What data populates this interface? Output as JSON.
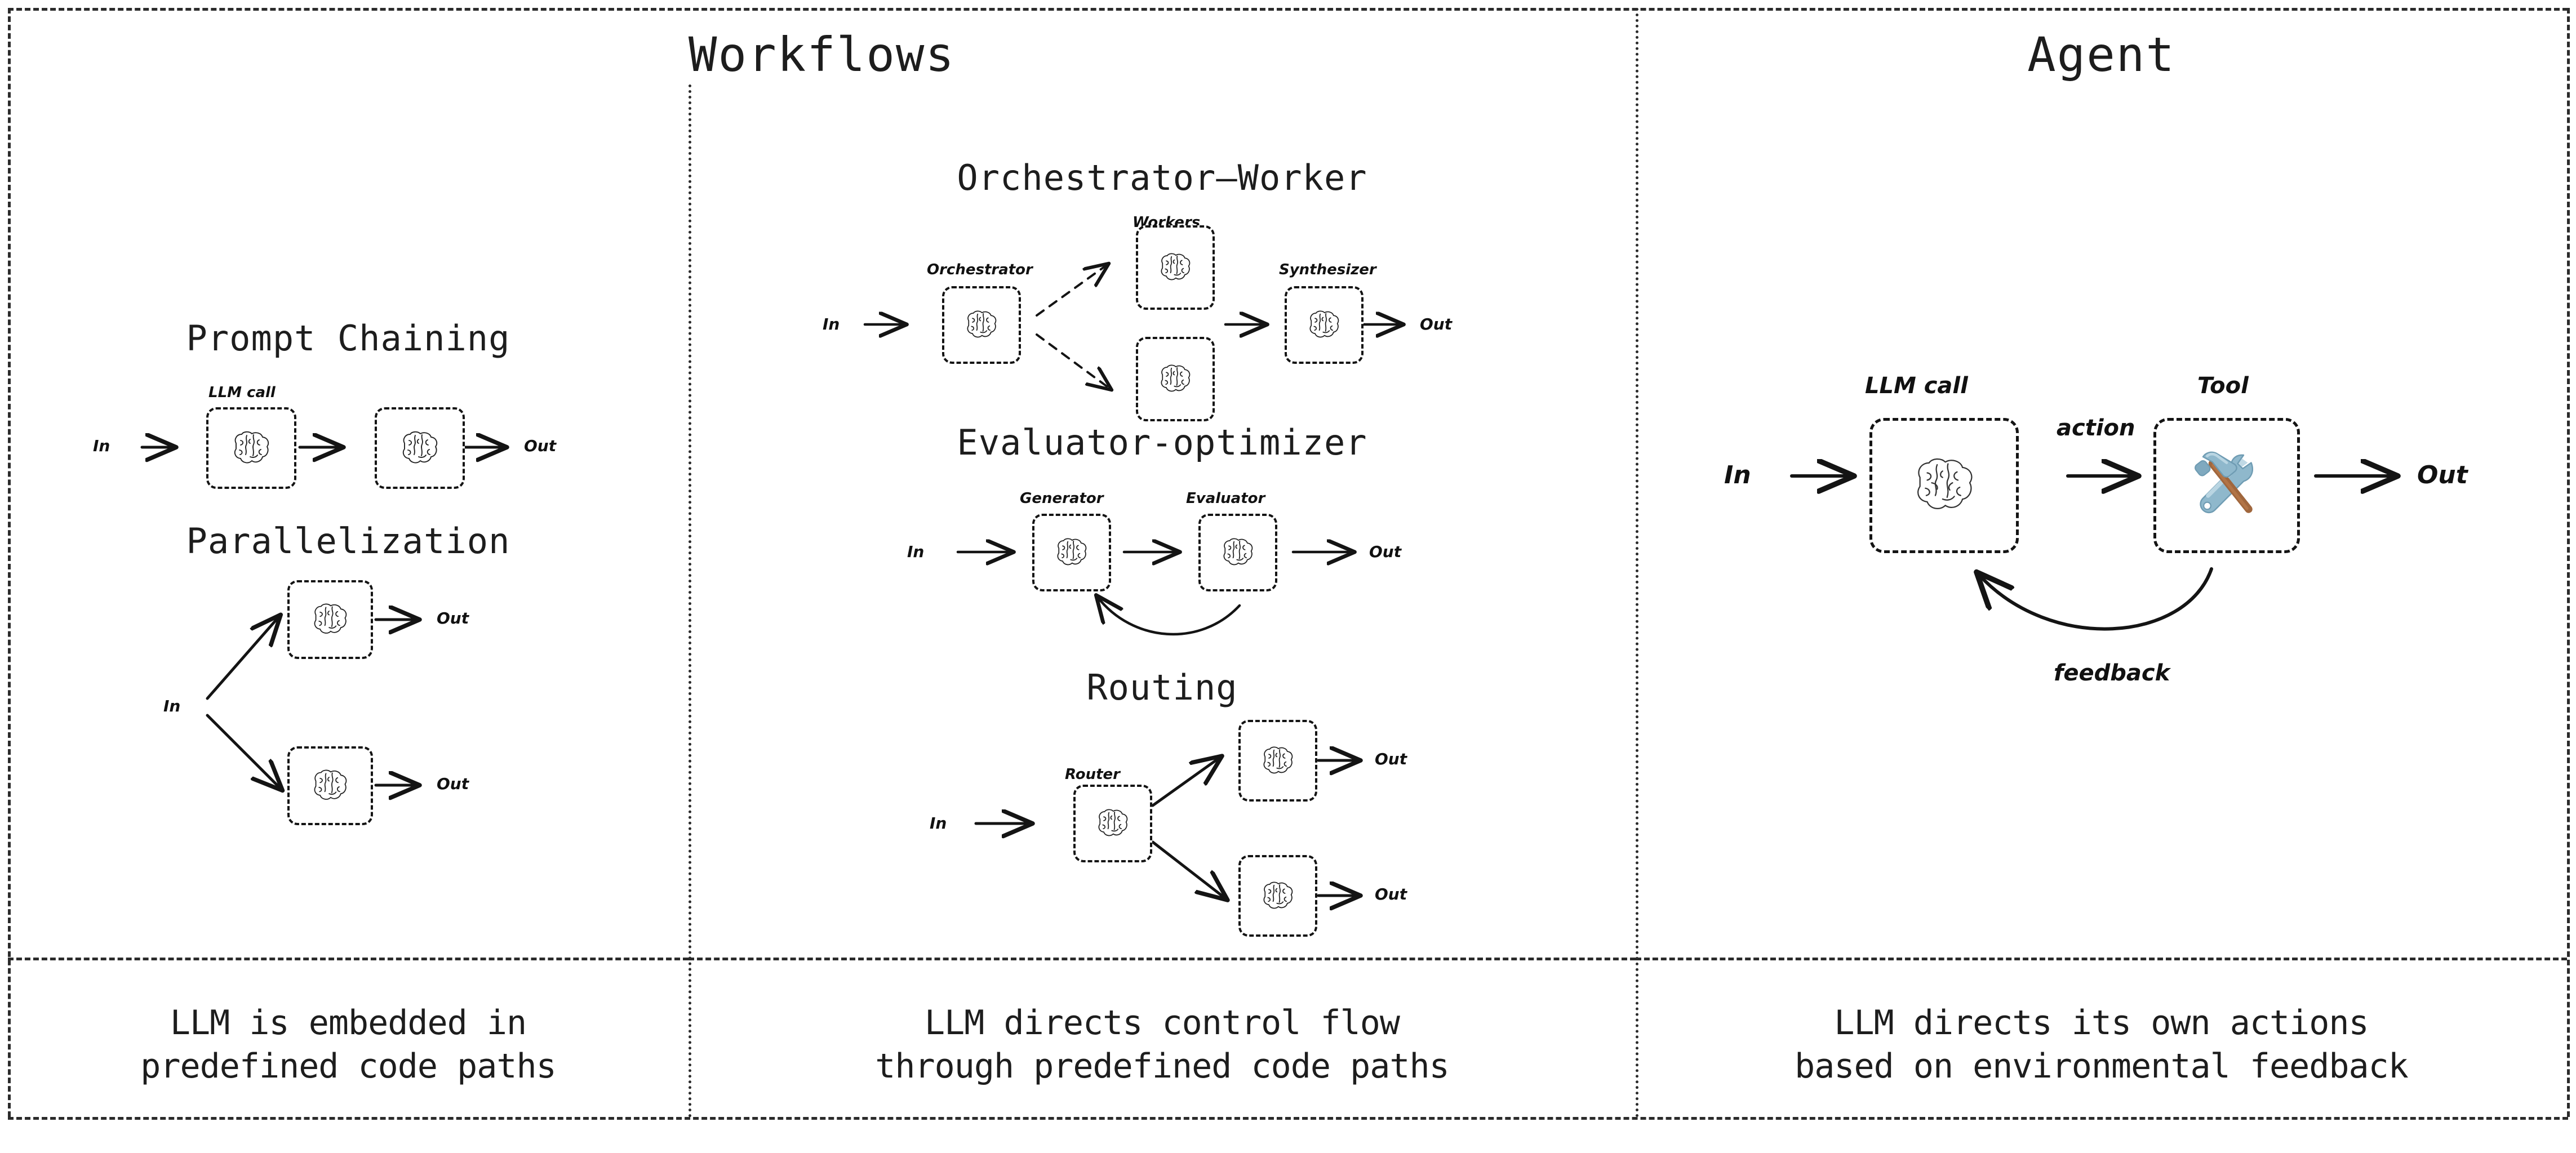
{
  "columns": {
    "workflows_title": "Workflows",
    "agent_title": "Agent"
  },
  "captions": {
    "left": "LLM is embedded in\npredefined code paths",
    "middle": "LLM directs control flow\nthrough predefined code paths",
    "right": "LLM directs its own actions\nbased on environmental feedback"
  },
  "sections": {
    "prompt_chaining": {
      "title": "Prompt Chaining",
      "node_label": "LLM call",
      "in": "In",
      "out": "Out"
    },
    "parallelization": {
      "title": "Parallelization",
      "in": "In",
      "out_top": "Out",
      "out_bottom": "Out"
    },
    "orchestrator_worker": {
      "title": "Orchestrator–Worker",
      "workers_label": "Workers",
      "orchestrator_label": "Orchestrator",
      "synthesizer_label": "Synthesizer",
      "in": "In",
      "out": "Out"
    },
    "evaluator_optimizer": {
      "title": "Evaluator-optimizer",
      "generator_label": "Generator",
      "evaluator_label": "Evaluator",
      "in": "In",
      "out": "Out"
    },
    "routing": {
      "title": "Routing",
      "router_label": "Router",
      "in": "In",
      "out_top": "Out",
      "out_bottom": "Out"
    },
    "agent": {
      "llm_label": "LLM call",
      "tool_label": "Tool",
      "action_label": "action",
      "feedback_label": "feedback",
      "in": "In",
      "out": "Out"
    }
  },
  "icons": {
    "brain": "brain-icon",
    "tool": "hammer-and-wrench-icon"
  },
  "colors": {
    "ink": "#1d1d1d",
    "line": "#141414",
    "background": "#ffffff",
    "tool_metal": "#8fb8cc",
    "tool_metal_light": "#b9d5e2",
    "tool_metal_dark": "#6f9cb3",
    "tool_handle": "#a0663c"
  }
}
